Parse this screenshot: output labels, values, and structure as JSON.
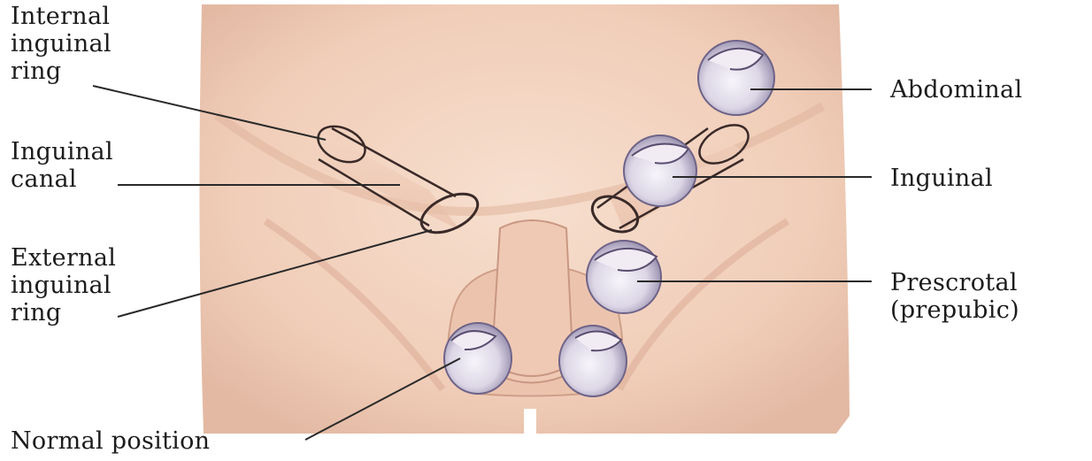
{
  "labels": {
    "internal_ring": [
      "Internal",
      "inguinal",
      "ring"
    ],
    "inguinal_canal": [
      "Inguinal",
      "canal"
    ],
    "external_ring": [
      "External",
      "inguinal",
      "ring"
    ],
    "normal_position": "Normal position",
    "abdominal": "Abdominal",
    "inguinal": "Inguinal",
    "prescrotal": [
      "Prescrotal",
      "(prepubic)"
    ]
  },
  "colors": {
    "skin": "#f2d3c0",
    "skin_shadow": "#dcae98",
    "testis": "#e6e2ec",
    "testis_shadow": "#9e94b2",
    "outline": "#3a2a28",
    "leader": "#2a2a2a"
  }
}
